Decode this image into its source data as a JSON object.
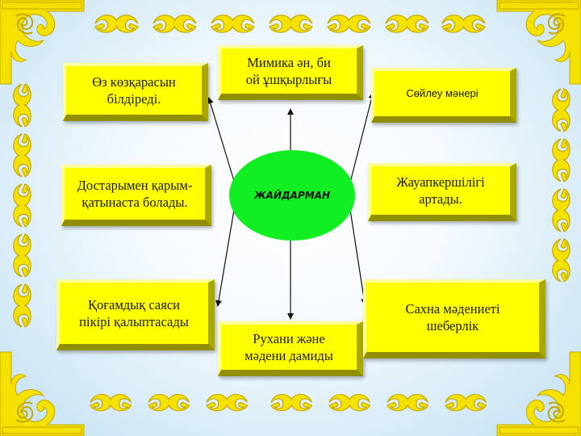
{
  "center": {
    "label": "ЖАЙДАРМАН"
  },
  "nodes": {
    "top_left": "Өз көзқарасын\nбілдіреді.",
    "top_center": "Мимика ән, би\nой ұшқырлығы",
    "top_right": "Сөйлеу мәнері",
    "middle_left": "Достарымен қарым-\nқатынаста болады.",
    "middle_right": "Жауапкершілігі\nартады.",
    "bottom_left": "Қоғамдық саяси\nпікірі қалыптасады",
    "bottom_center": "Рухани және\nмәдени дамиды",
    "bottom_right": "Сахна мәдениеті\nшеберлік"
  },
  "colors": {
    "box_fill": "#ffff00",
    "center_fill": "#11ee22",
    "ornament_fill": "#f5e100",
    "background": "#d6ebf7"
  }
}
